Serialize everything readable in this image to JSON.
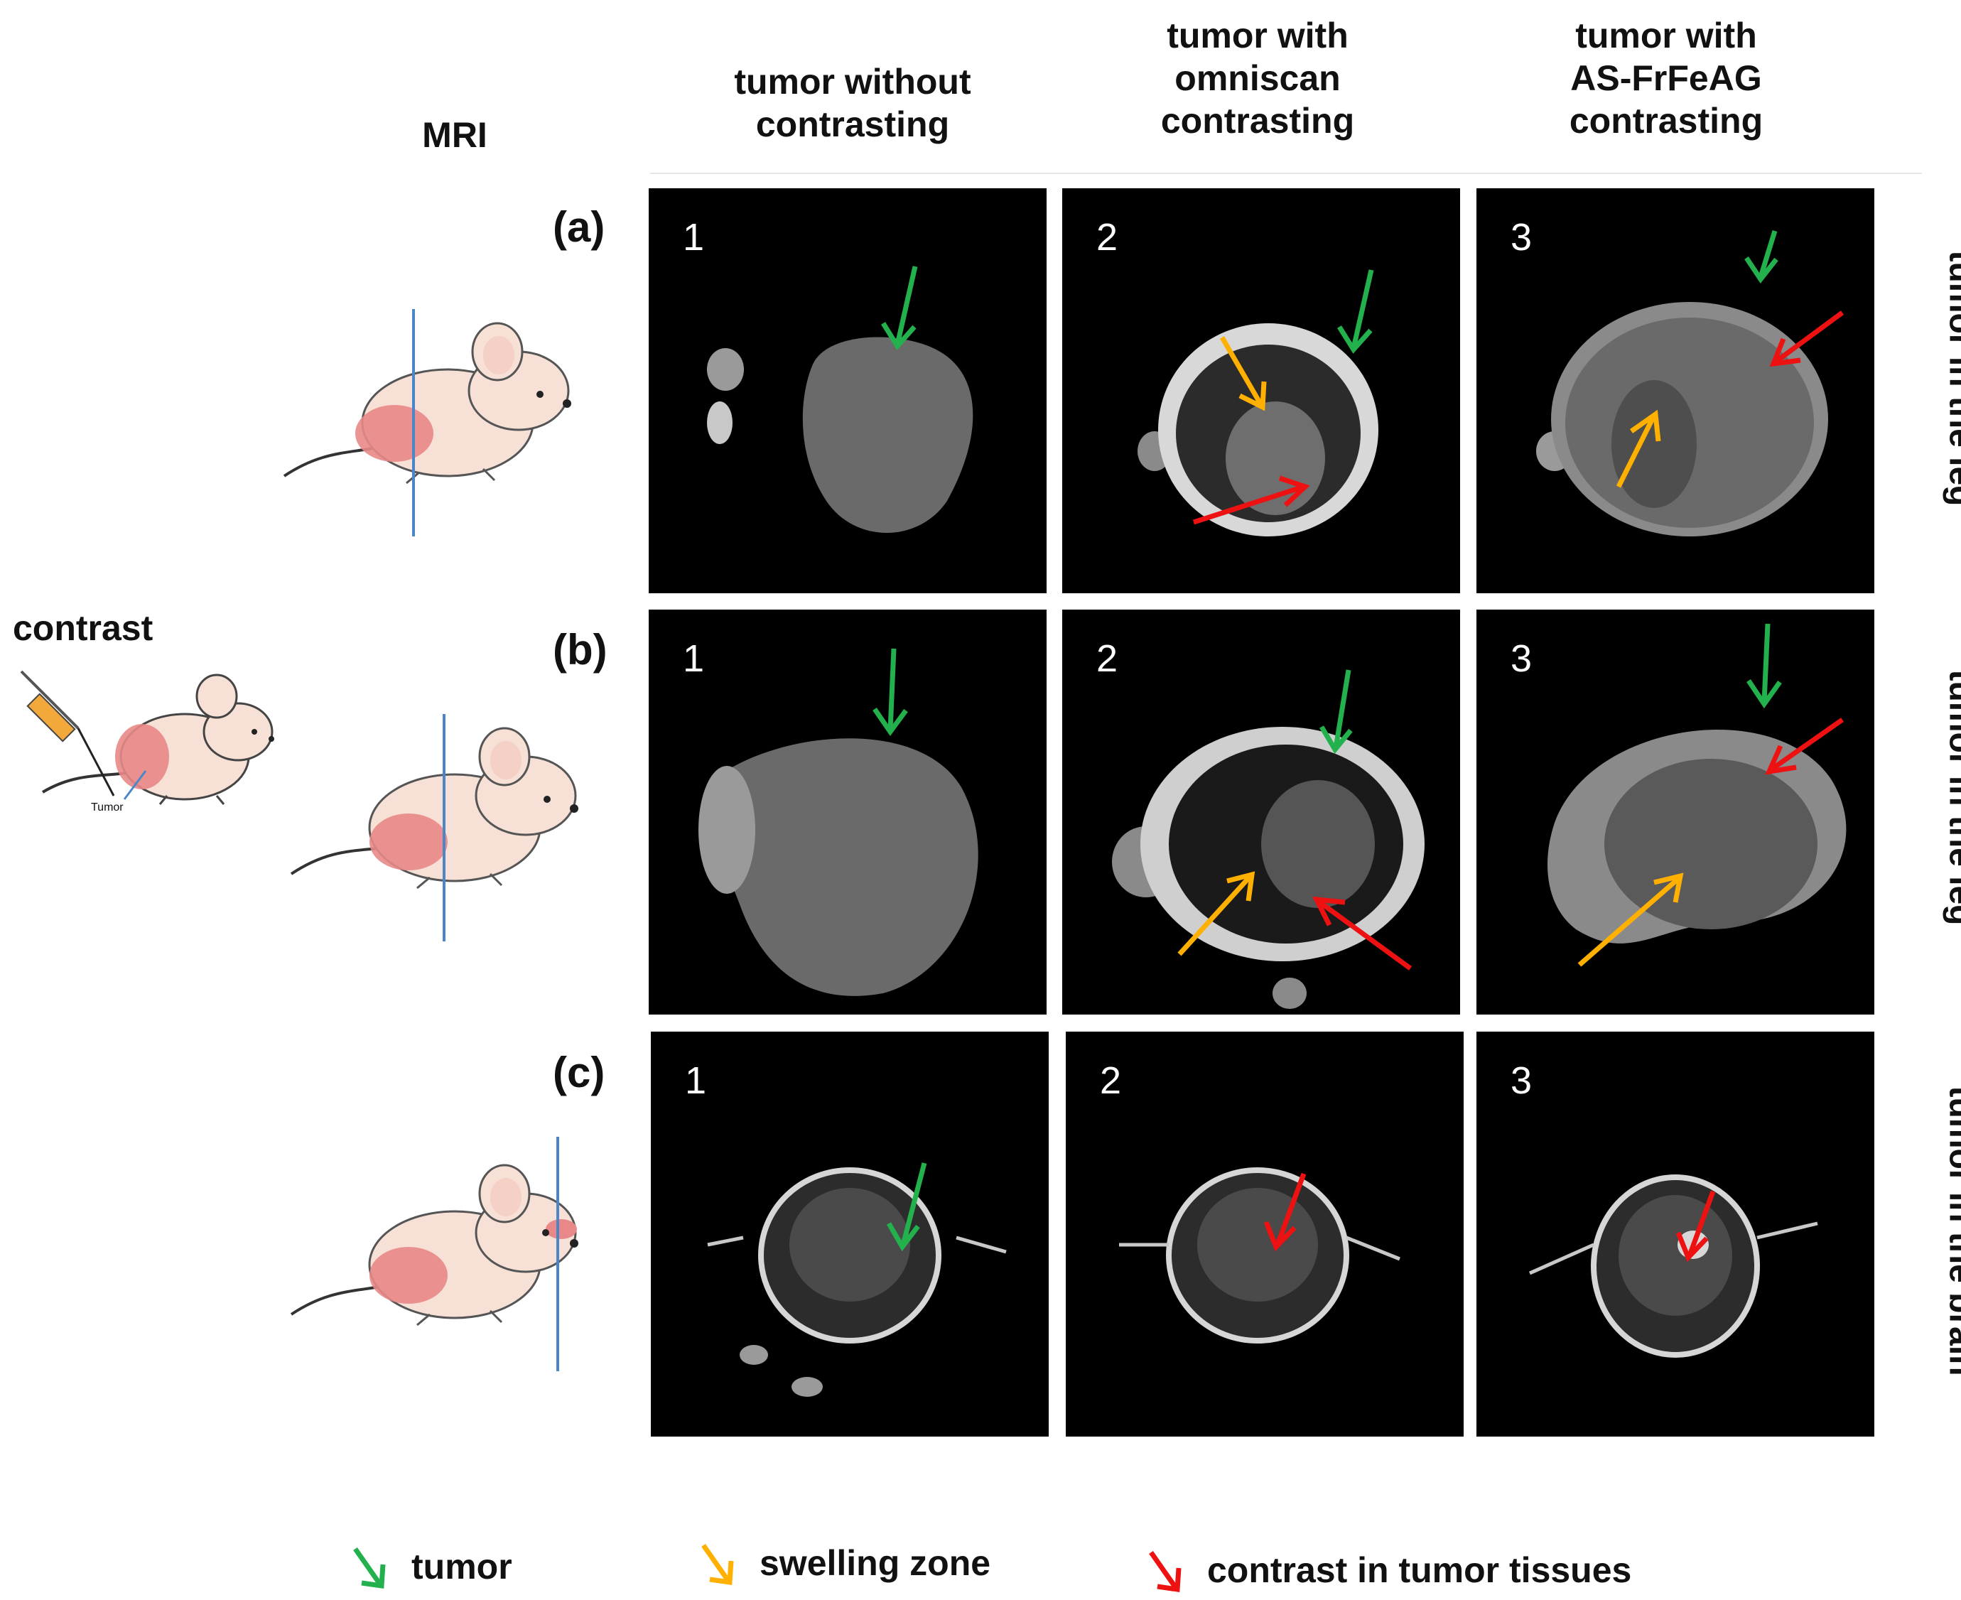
{
  "column_header_mri": "MRI",
  "columns": [
    "tumor without\ncontrasting",
    "tumor with\nomniscan\ncontrasting",
    "tumor with\nAS-FrFeAG\ncontrasting"
  ],
  "rows": [
    {
      "label": "(a)",
      "side": "tumor in the leg"
    },
    {
      "label": "(b)",
      "side": "tumor in the leg"
    },
    {
      "label": "(c)",
      "side": "tumor in the brain"
    }
  ],
  "panel_numbers": [
    "1",
    "2",
    "3"
  ],
  "contrast_label": "contrast",
  "tumor_small_label": "Tumor",
  "legend": [
    {
      "label": "tumor",
      "color": "#22b14c"
    },
    {
      "label": "swelling zone",
      "color": "#ffb000"
    },
    {
      "label": "contrast in tumor tissues",
      "color": "#ee1111"
    }
  ],
  "colors": {
    "panel_bg": "#000000",
    "mouse_body": "#f7e1d6",
    "tumor": "#e88888",
    "cut_line": "#4a86c8"
  }
}
